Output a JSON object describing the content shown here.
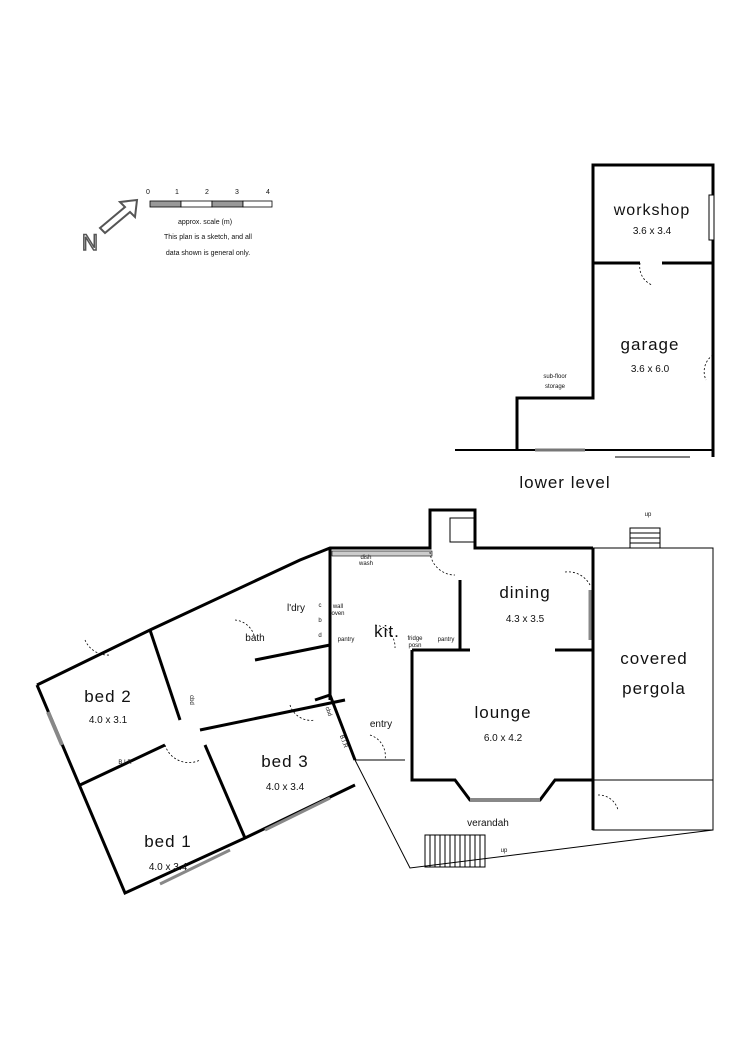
{
  "scale": {
    "ticks": [
      "0",
      "1",
      "2",
      "3",
      "4"
    ],
    "caption": "approx. scale (m)",
    "note_line1": "This plan is a sketch, and all",
    "note_line2": "data shown is general only.",
    "north_label": "N"
  },
  "lower_level": {
    "title": "lower level",
    "rooms": [
      {
        "name": "workshop",
        "size": "3.6 x 3.4"
      },
      {
        "name": "garage",
        "size": "3.6 x 6.0"
      }
    ],
    "sub_floor_line1": "sub-floor",
    "sub_floor_line2": "storage"
  },
  "main_level": {
    "rooms": [
      {
        "name": "dining",
        "size": "4.3 x 3.5"
      },
      {
        "name": "lounge",
        "size": "6.0 x 4.2"
      },
      {
        "name": "bed 2",
        "size": "4.0 x 3.1"
      },
      {
        "name": "bed 3",
        "size": "4.0 x 3.4"
      },
      {
        "name": "bed 1",
        "size": "4.0 x 3.4"
      }
    ],
    "kitchen": "kit.",
    "bath": "bath",
    "laundry": "l'dry",
    "entry": "entry",
    "verandah": "verandah",
    "pergola_line1": "covered",
    "pergola_line2": "pergola",
    "pantry": "pantry",
    "dishwash_line1": "dish",
    "dishwash_line2": "wash",
    "walloven_line1": "wall",
    "walloven_line2": "oven",
    "fridge_line1": "fridge",
    "fridge_line2": "posn",
    "up": "up",
    "bir": "B.I.R",
    "cbd": "cbd",
    "cbd_c": "c",
    "cbd_b": "b",
    "cbd_d": "d"
  }
}
